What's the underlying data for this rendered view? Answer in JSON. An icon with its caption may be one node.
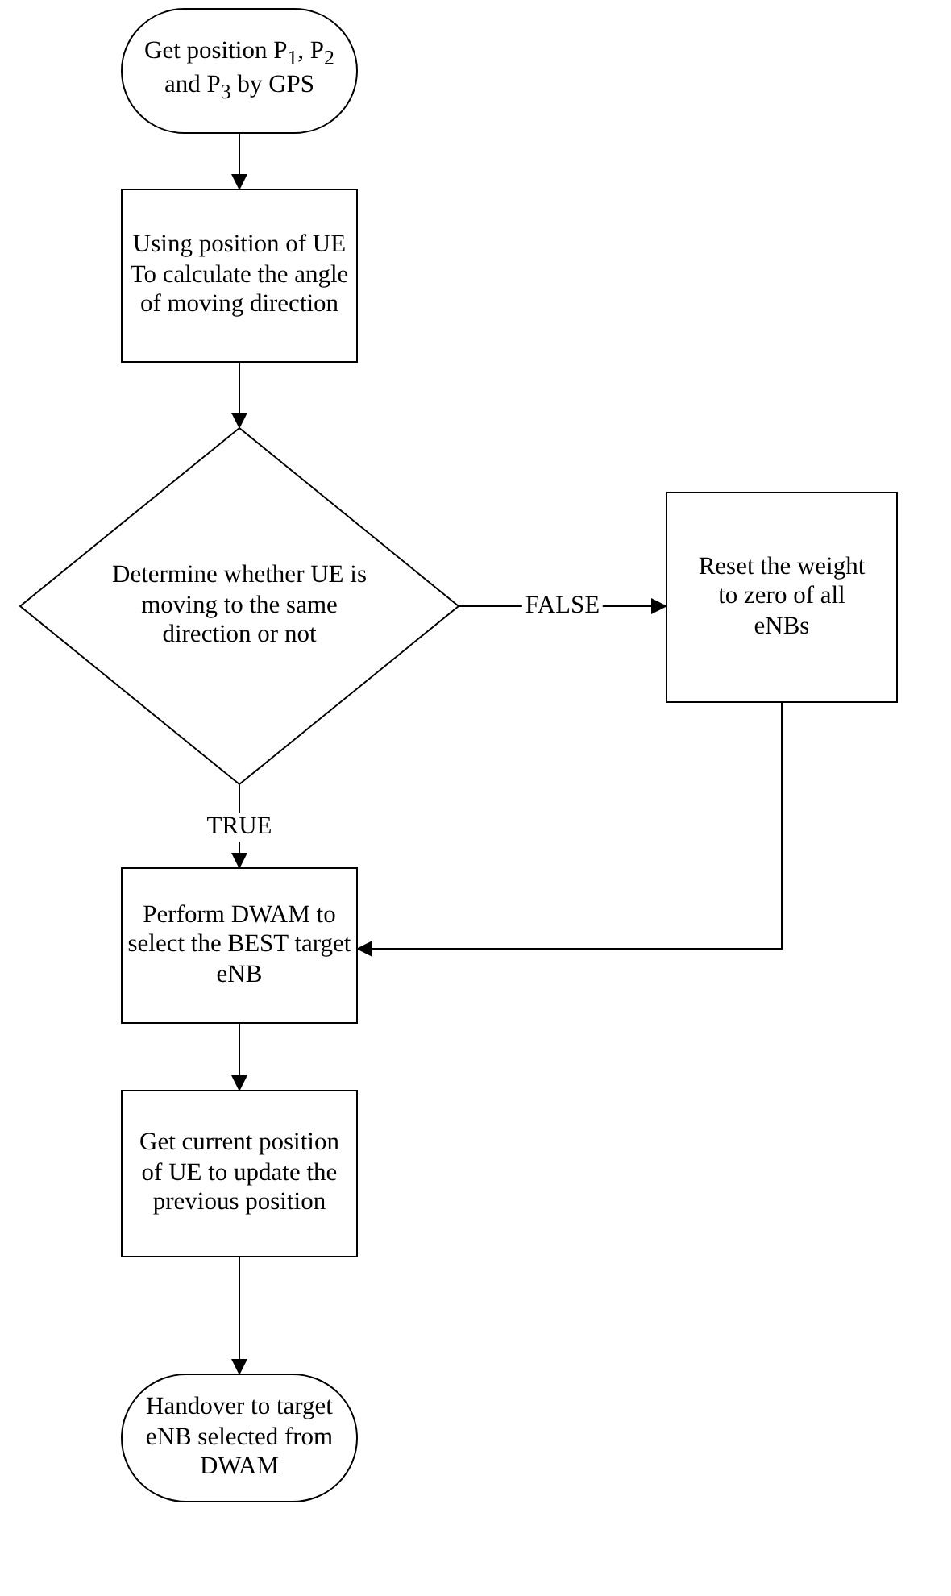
{
  "diagram": {
    "nodes": [
      {
        "text": [
          "Get position P$_{1}$, P$_{2}$ and P$_{3}$ by GPS"
        ]
      },
      {
        "text": [
          "Using position of UE To calculate the angle of moving direction"
        ]
      },
      {
        "text": [
          "Determine whether UE is moving to the same direction or not"
        ]
      },
      {
        "text": [
          "Reset the weight to zero of all eNBs"
        ]
      },
      {
        "text": [
          "Perform DWAM to select the BEST target eNB"
        ]
      },
      {
        "text": [
          "Get current position of UE to update the previous position"
        ]
      },
      {
        "text": [
          "Handover to target eNB selected from DWAM"
        ]
      }
    ],
    "edges": [
      {
        "from": 0,
        "to": 1,
        "arrow": "to"
      },
      {
        "from": 1,
        "to": 2,
        "arrow": "to"
      },
      {
        "from": 2,
        "to": 3,
        "arrow": "to",
        "label": "FALSE"
      },
      {
        "from": 2,
        "to": 4,
        "arrow": "to",
        "label": "TRUE"
      },
      {
        "from": 3,
        "to": 4,
        "arrow": "to"
      },
      {
        "from": 4,
        "to": 5,
        "arrow": "to"
      },
      {
        "from": 5,
        "to": 6,
        "arrow": "to"
      }
    ]
  }
}
